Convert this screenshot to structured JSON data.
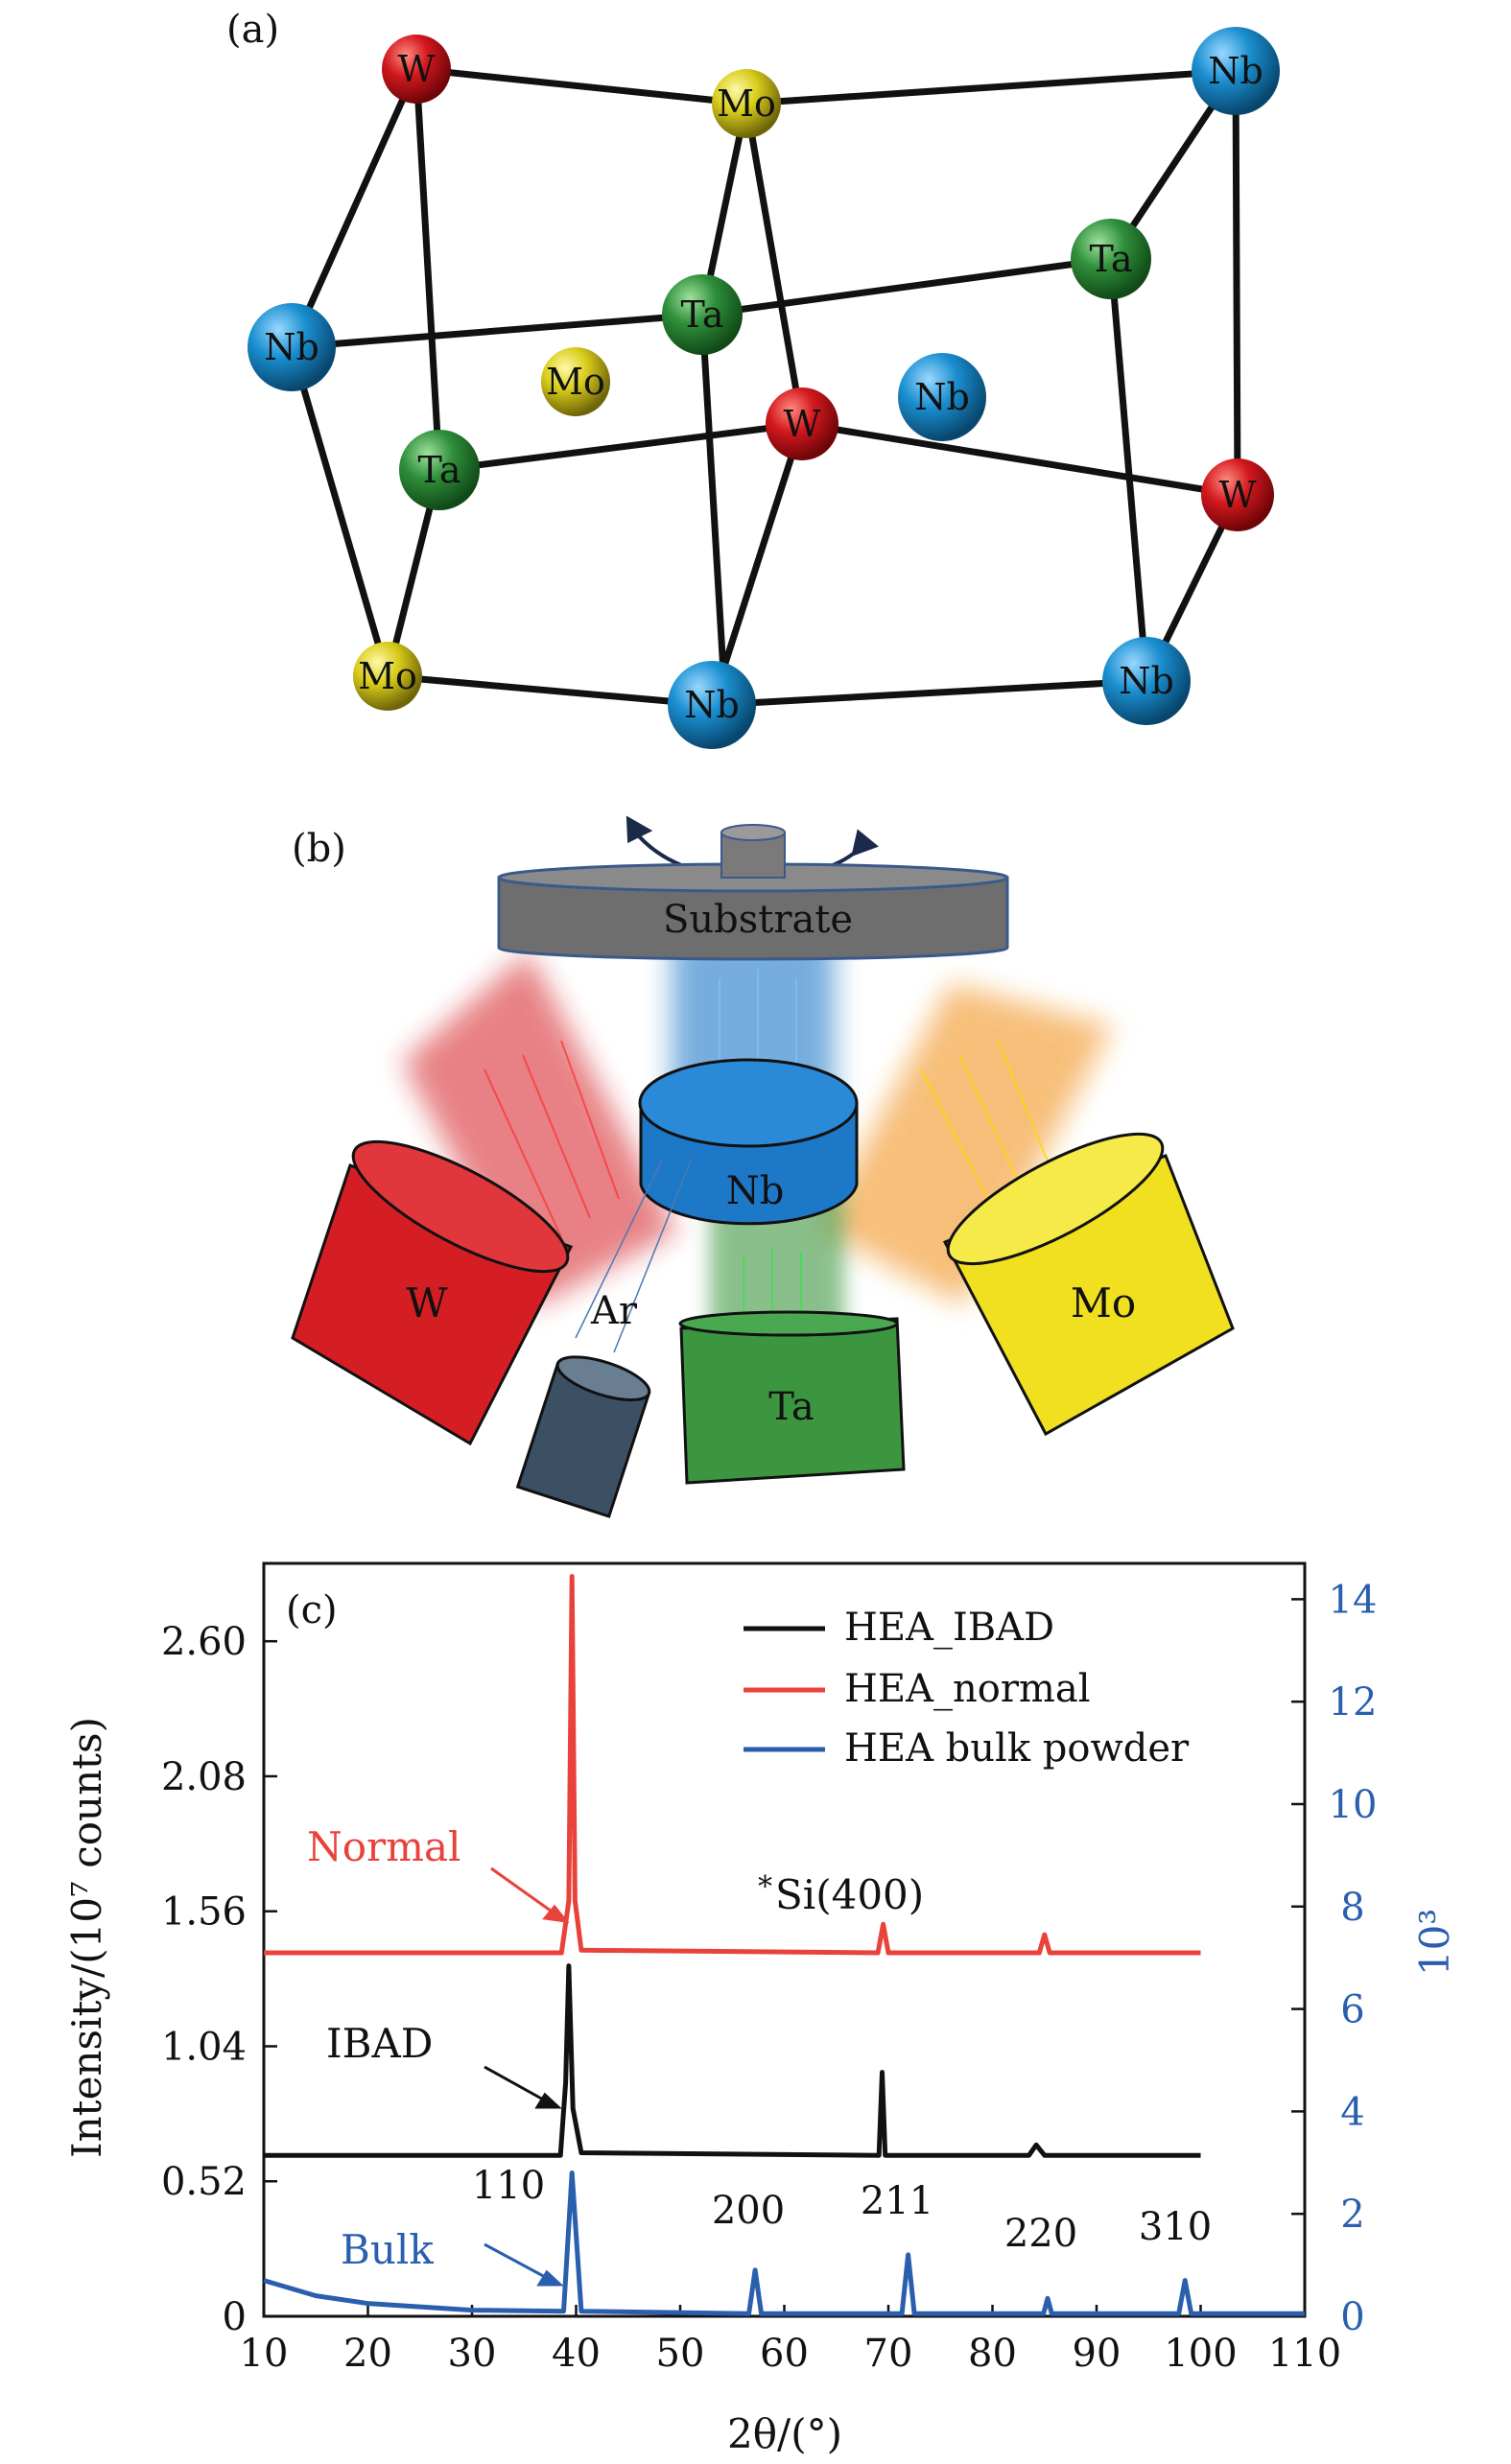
{
  "panel_a": {
    "label": "(a)",
    "atoms": [
      {
        "id": "w1",
        "symbol": "W",
        "color": "#c8141a"
      },
      {
        "id": "mo1",
        "symbol": "Mo",
        "color": "#d8cc1a"
      },
      {
        "id": "nb1",
        "symbol": "Nb",
        "color": "#1a8fd0"
      },
      {
        "id": "ta1",
        "symbol": "Ta",
        "color": "#2f8f3a"
      },
      {
        "id": "ta2",
        "symbol": "Ta",
        "color": "#2f8f3a"
      },
      {
        "id": "nb2",
        "symbol": "Nb",
        "color": "#1a8fd0"
      },
      {
        "id": "mo2",
        "symbol": "Mo",
        "color": "#d8cc1a"
      },
      {
        "id": "nb3",
        "symbol": "Nb",
        "color": "#1a8fd0"
      },
      {
        "id": "w2",
        "symbol": "W",
        "color": "#c8141a"
      },
      {
        "id": "ta3",
        "symbol": "Ta",
        "color": "#2f8f3a"
      },
      {
        "id": "w3",
        "symbol": "W",
        "color": "#c8141a"
      },
      {
        "id": "mo3",
        "symbol": "Mo",
        "color": "#d8cc1a"
      },
      {
        "id": "nb4",
        "symbol": "Nb",
        "color": "#1a8fd0"
      },
      {
        "id": "nb5",
        "symbol": "Nb",
        "color": "#1a8fd0"
      }
    ]
  },
  "panel_b": {
    "label": "(b)",
    "substrate": "Substrate",
    "targets": {
      "w": "W",
      "nb": "Nb",
      "mo": "Mo",
      "ta": "Ta",
      "ar": "Ar"
    },
    "colors": {
      "w": "#d41e24",
      "nb": "#1e78c8",
      "mo": "#f0e020",
      "ta": "#3c9640",
      "ar": "#3c5064",
      "substrate": "#6e6e6e"
    }
  },
  "panel_c": {
    "label": "(c)",
    "annotations": {
      "normal": "Normal",
      "ibad": "IBAD",
      "bulk": "Bulk",
      "si_prefix": "*",
      "si": "Si(400)"
    },
    "peak_labels": [
      "110",
      "200",
      "211",
      "220",
      "310"
    ],
    "right_axis_label": "10³",
    "colors": {
      "normal": "#e8423a",
      "ibad": "#111111",
      "bulk": "#2a5fae"
    }
  },
  "chart_data": {
    "type": "line",
    "xlabel": "2θ/(°)",
    "ylabel": "Intensity/(10⁷ counts)",
    "y2label": "10³",
    "xlim": [
      10,
      110
    ],
    "ylim": [
      0,
      2.9
    ],
    "y2lim": [
      0,
      14.7
    ],
    "x_ticks": [
      10,
      20,
      30,
      40,
      50,
      60,
      70,
      80,
      90,
      100,
      110
    ],
    "y_ticks": [
      0,
      0.52,
      1.04,
      1.56,
      2.08,
      2.6
    ],
    "y_tick_labels": [
      "0",
      "0.52",
      "1.04",
      "1.56",
      "2.08",
      "2.60"
    ],
    "y2_ticks": [
      0,
      2,
      4,
      6,
      8,
      10,
      12,
      14
    ],
    "legend": {
      "position": "top-right",
      "entries": [
        "HEA_IBAD",
        "HEA_normal",
        "HEA bulk powder"
      ]
    },
    "series": [
      {
        "name": "HEA_normal",
        "color": "#e8423a",
        "axis": "left",
        "x": [
          10,
          38.6,
          39.3,
          39.6,
          39.9,
          40.5,
          69,
          69.5,
          70,
          84.5,
          85,
          85.5,
          100
        ],
        "y": [
          1.4,
          1.4,
          1.6,
          2.85,
          1.6,
          1.41,
          1.4,
          1.51,
          1.4,
          1.4,
          1.47,
          1.4,
          1.4
        ]
      },
      {
        "name": "HEA_IBAD",
        "color": "#111111",
        "axis": "left",
        "x": [
          10,
          38.5,
          39.0,
          39.3,
          39.7,
          40.5,
          69.1,
          69.4,
          69.7,
          83.5,
          84.2,
          85,
          100
        ],
        "y": [
          0.62,
          0.62,
          0.9,
          1.35,
          0.8,
          0.63,
          0.62,
          0.94,
          0.62,
          0.62,
          0.66,
          0.62,
          0.62
        ]
      },
      {
        "name": "HEA bulk powder",
        "color": "#2a5fae",
        "axis": "right",
        "x": [
          10,
          15,
          20,
          30,
          38.8,
          39.6,
          40.5,
          56.6,
          57.2,
          57.8,
          71.3,
          71.9,
          72.5,
          84.9,
          85.3,
          85.7,
          97.9,
          98.5,
          99.1,
          110
        ],
        "y": [
          0.7,
          0.4,
          0.25,
          0.12,
          0.1,
          2.8,
          0.1,
          0.05,
          0.9,
          0.05,
          0.05,
          1.2,
          0.05,
          0.05,
          0.35,
          0.05,
          0.05,
          0.7,
          0.05,
          0.05
        ]
      }
    ]
  }
}
